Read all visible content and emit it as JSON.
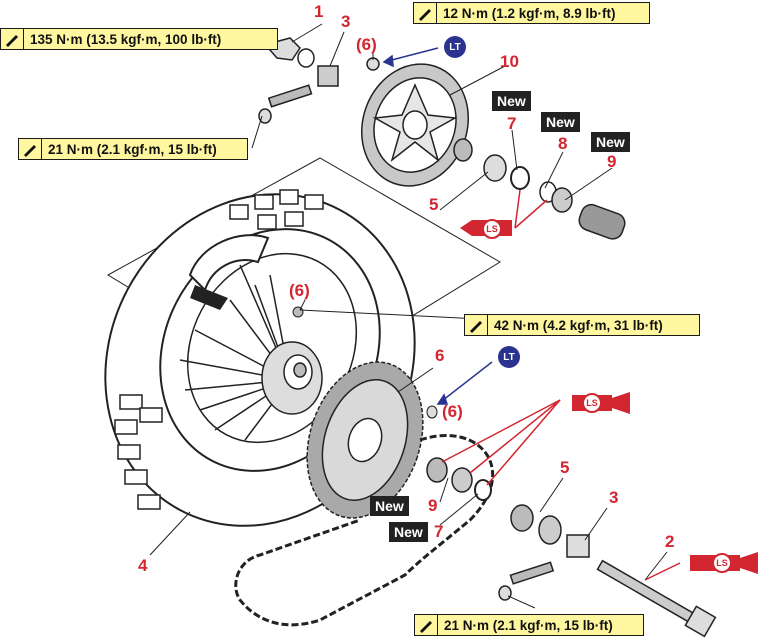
{
  "torque_labels": [
    {
      "id": "t1",
      "text": "135 N·m (13.5 kgf·m, 100 lb·ft)"
    },
    {
      "id": "t2",
      "text": "12 N·m (1.2 kgf·m, 8.9 lb·ft)"
    },
    {
      "id": "t3",
      "text": "21 N·m (2.1 kgf·m, 15 lb·ft)"
    },
    {
      "id": "t4",
      "text": "42 N·m (4.2 kgf·m, 31 lb·ft)"
    },
    {
      "id": "t5",
      "text": "21 N·m (2.1 kgf·m, 15 lb·ft)"
    }
  ],
  "callouts": {
    "c1": "1",
    "c2": "2",
    "c3a": "3",
    "c3b": "3",
    "c4": "4",
    "c5a": "5",
    "c5b": "5",
    "c6": "6",
    "c7a": "7",
    "c7b": "7",
    "c8": "8",
    "c9a": "9",
    "c9b": "9",
    "c10": "10",
    "c6p1": "(6)",
    "c6p2": "(6)",
    "c6p3": "(6)"
  },
  "new_tag": "New",
  "lt_tag": "LT",
  "ls_tag": "LS",
  "colors": {
    "callout": "#d22630",
    "torque_bg": "#fff6a0",
    "lt": "#2a3490",
    "ls": "#d22630"
  }
}
